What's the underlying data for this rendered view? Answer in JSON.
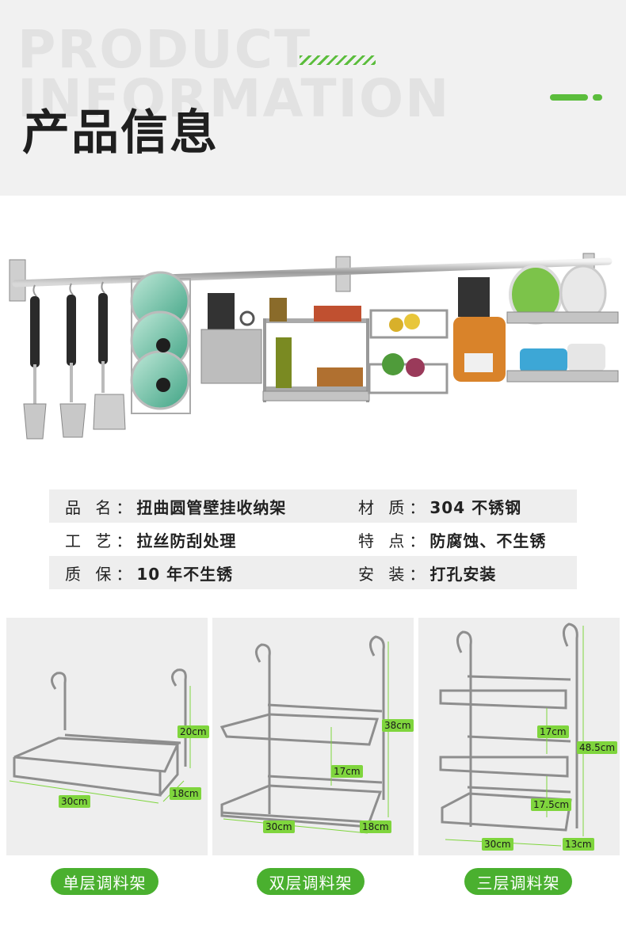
{
  "header": {
    "bg_line1": "PRODUCT",
    "bg_line2": "INFORMATION",
    "title": "产品信息",
    "accent_color": "#5bbd3c"
  },
  "specs": [
    {
      "label1": "品 名：",
      "value1": "扭曲圆管壁挂收纳架",
      "label2": "材 质：",
      "value2": "304 不锈钢"
    },
    {
      "label1": "工 艺：",
      "value1": "拉丝防刮处理",
      "label2": "特 点：",
      "value2": "防腐蚀、不生锈"
    },
    {
      "label1": "质 保：",
      "value1": "10 年不生锈",
      "label2": "安 装：",
      "value2": "打孔安装"
    }
  ],
  "racks": [
    {
      "name": "单层调料架",
      "dims": {
        "height": "20cm",
        "length": "30cm",
        "depth": "18cm"
      }
    },
    {
      "name": "双层调料架",
      "dims": {
        "total": "38cm",
        "gap": "17cm",
        "length": "30cm",
        "depth": "18cm"
      }
    },
    {
      "name": "三层调料架",
      "dims": {
        "total": "48.5cm",
        "gap1": "17cm",
        "gap2": "17.5cm",
        "length": "30cm",
        "depth": "13cm"
      }
    }
  ],
  "dim_color": "#7fd53d",
  "pill_color": "#4ab02f"
}
